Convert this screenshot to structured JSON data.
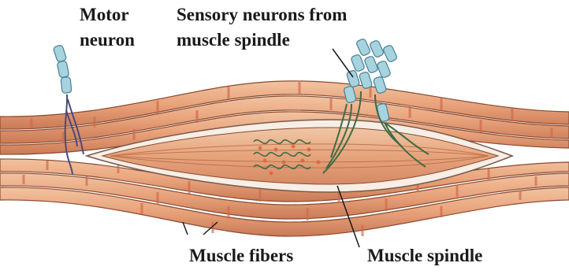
{
  "labels": {
    "motor_neuron_line1": "Motor",
    "motor_neuron_line2": "neuron",
    "sensory_line1": "Sensory neurons from",
    "sensory_line2": "muscle spindle",
    "muscle_fibers": "Muscle fibers",
    "muscle_spindle": "Muscle spindle"
  },
  "colors": {
    "muscle_fiber": "#e8a87c",
    "muscle_fiber_dark": "#c97a55",
    "striation": "#d06a4a",
    "spindle_capsule": "#f6ece4",
    "spindle_fill": "#e9b590",
    "neuron_myelin": "#a6d3de",
    "neuron_outline": "#4a7f95",
    "sensory_axon": "#4d7a4a",
    "motor_axon": "#4a4a7a",
    "leader_line": "#1a1a1a"
  }
}
